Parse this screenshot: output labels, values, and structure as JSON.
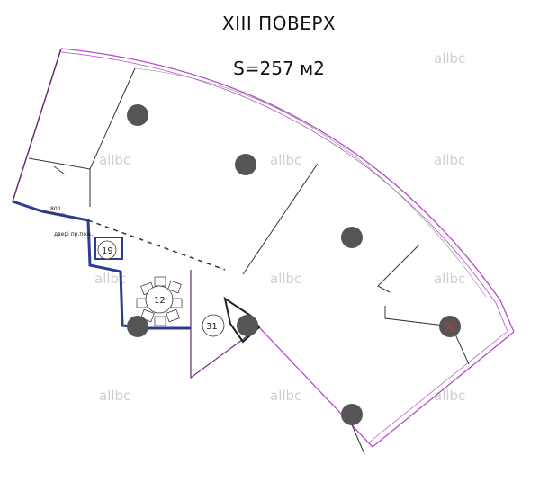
{
  "header": {
    "floor_title": "XIII ПОВЕРХ",
    "area_label": "S=257 м2"
  },
  "plan": {
    "dimension_label": "800",
    "door_label": "двері пр.пож.",
    "room_numbers": [
      "19",
      "12",
      "31"
    ],
    "watermark": "allbc",
    "colors": {
      "facade_line": "#b34fc4",
      "wall_line": "#6a2a78",
      "core_wall": "#2b3d8f",
      "column_fill": "#555555",
      "interior_line": "#333333"
    }
  }
}
